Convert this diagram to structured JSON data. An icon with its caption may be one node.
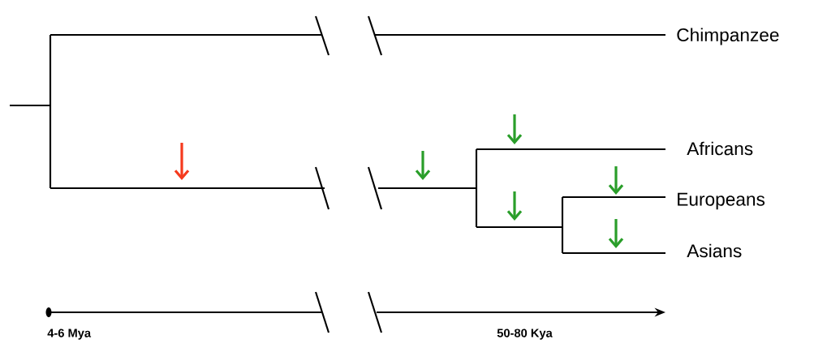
{
  "diagram": {
    "nodes": [
      {
        "text": [
          "Chimpanzee"
        ]
      },
      {
        "text": [
          "Africans"
        ]
      },
      {
        "text": [
          "Europeans"
        ]
      },
      {
        "text": [
          "Asians"
        ]
      }
    ],
    "labels": [
      "4-6 Mya",
      "50-80 Kya"
    ]
  }
}
